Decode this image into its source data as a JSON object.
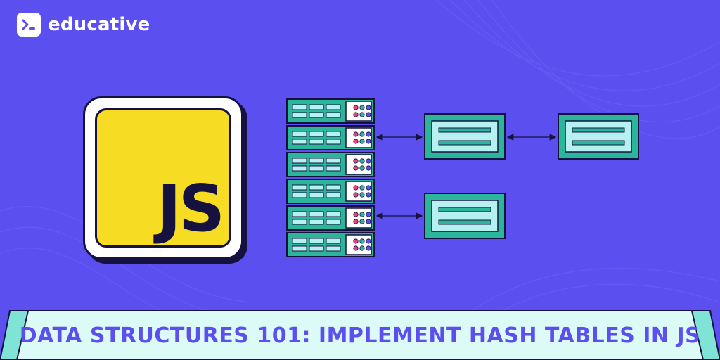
{
  "brand": {
    "name": "educative",
    "icon": "terminal-prompt-icon"
  },
  "badge": {
    "text": "JS"
  },
  "banner": {
    "title": "DATA STRUCTURES 101: IMPLEMENT HASH TABLES IN JS"
  },
  "colors": {
    "background": "#5b4ff0",
    "js_yellow": "#f6dc22",
    "server_teal": "#2bb59a",
    "node_light": "#b7f0f0",
    "dark": "#15123f",
    "banner_bg": "#dcfbf7"
  }
}
